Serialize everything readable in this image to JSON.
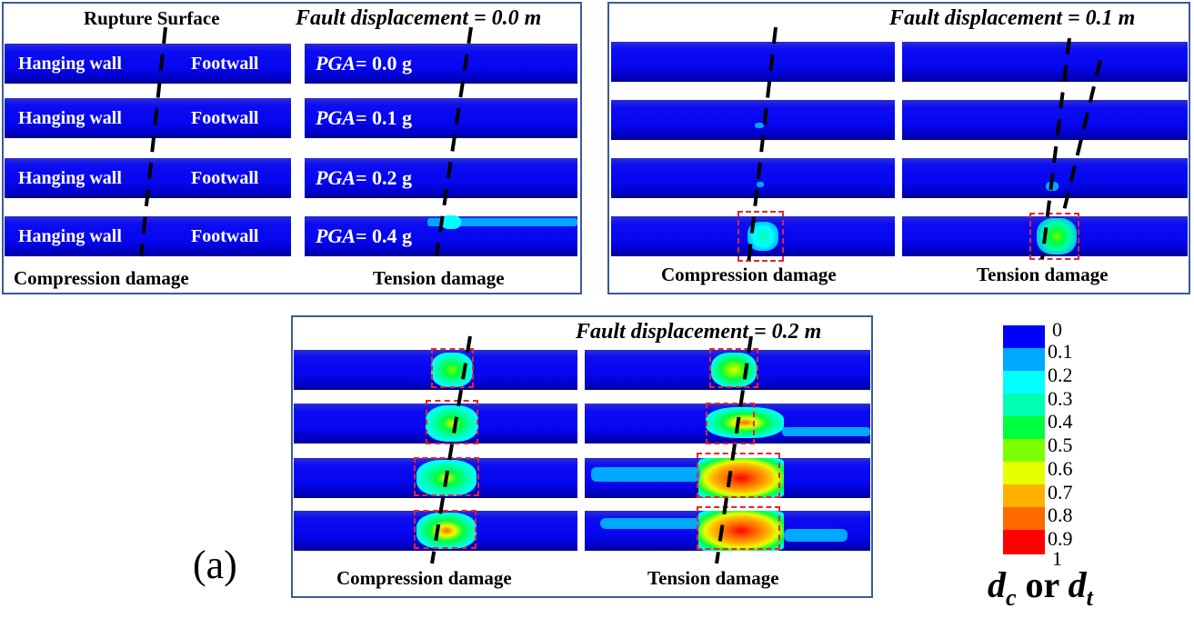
{
  "panel_1": {
    "rupture_surface": "Rupture Surface",
    "title": "Fault displacement = 0.0 m",
    "hanging_wall": "Hanging wall",
    "footwall": "Footwall",
    "pga_var": "PGA",
    "pga_values": [
      "= 0.0 g",
      "= 0.1 g",
      "= 0.2 g",
      "= 0.4 g"
    ],
    "caption_left": "Compression damage",
    "caption_right": "Tension damage"
  },
  "panel_2": {
    "title": "Fault displacement = 0.1 m",
    "caption_left": "Compression damage",
    "caption_right": "Tension damage"
  },
  "panel_3": {
    "title": "Fault displacement = 0.2 m",
    "caption_left": "Compression damage",
    "caption_right": "Tension damage"
  },
  "panel_label": "(a)",
  "colorbar": {
    "ticks": [
      "0",
      "0.1",
      "0.2",
      "0.3",
      "0.4",
      "0.5",
      "0.6",
      "0.7",
      "0.8",
      "0.9",
      "1"
    ],
    "colors": [
      "#0000ff",
      "#00a8ff",
      "#00ffff",
      "#00ffb0",
      "#00ff3c",
      "#7cff00",
      "#e8ff00",
      "#ffb000",
      "#ff6a00",
      "#ff0000"
    ],
    "title_d": "d",
    "title_c": "c",
    "title_or": " or ",
    "title_t": "t"
  },
  "colors": {
    "panel_border": "#3a5a9c",
    "highlight_box": "#e8262a",
    "strip_blue": "#0606f0"
  }
}
